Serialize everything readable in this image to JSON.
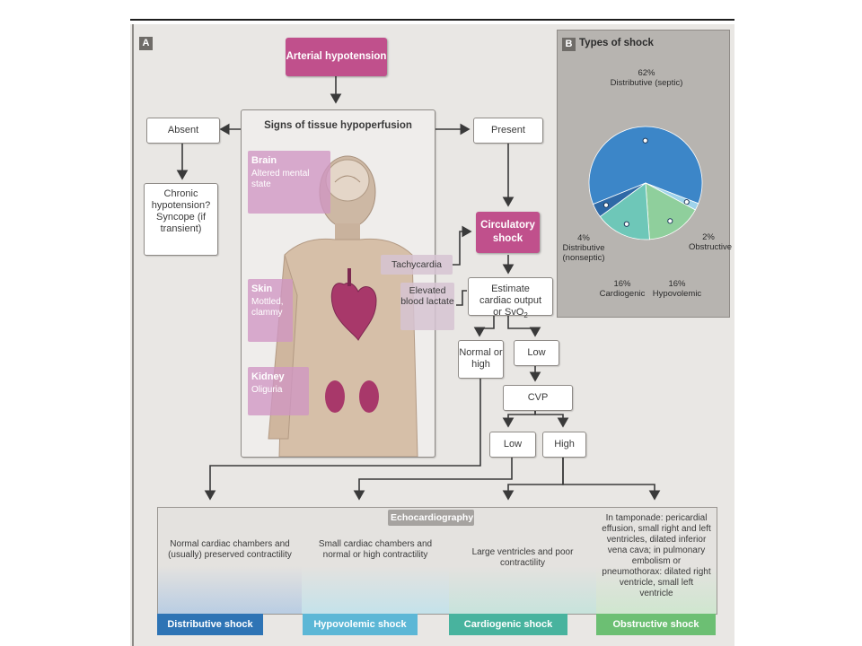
{
  "panel_a": {
    "letter": "A",
    "arterial_hypotension": "Arterial hypotension",
    "absent": "Absent",
    "present": "Present",
    "signs_title": "Signs of tissue hypoperfusion",
    "chronic": "Chronic hypotension? Syncope (if transient)",
    "brain_title": "Brain",
    "brain_text": "Altered mental state",
    "skin_title": "Skin",
    "skin_text": "Mottled, clammy",
    "kidney_title": "Kidney",
    "kidney_text": "Oliguria",
    "tachycardia": "Tachycardia",
    "elevated_lactate": "Elevated blood lactate",
    "circulatory_shock": "Circulatory shock",
    "estimate": "Estimate cardiac output or SvO",
    "estimate_sub": "2",
    "normal_high": "Normal or high",
    "low_1": "Low",
    "cvp": "CVP",
    "low_2": "Low",
    "high": "High"
  },
  "panel_b": {
    "letter": "B",
    "title": "Types of shock",
    "slices": [
      {
        "pct": "62%",
        "label": "Distributive (septic)",
        "value": 62,
        "color": "#3c86c8"
      },
      {
        "pct": "2%",
        "label": "Obstructive",
        "value": 2,
        "color": "#9fd3ea"
      },
      {
        "pct": "16%",
        "label": "Hypovolemic",
        "value": 16,
        "color": "#8fcf9c"
      },
      {
        "pct": "16%",
        "label": "Cardiogenic",
        "value": 16,
        "color": "#6ec7b8"
      },
      {
        "pct": "4%",
        "label": "Distributive (nonseptic)",
        "value": 4,
        "color": "#2f69a6"
      }
    ]
  },
  "echo": {
    "title": "Echocardiography",
    "columns": [
      {
        "text": "Normal cardiac chambers and (usually) preserved contractility",
        "shock": "Distributive shock",
        "color": "#2e74b5"
      },
      {
        "text": "Small cardiac chambers and normal or high contractility",
        "shock": "Hypovolemic shock",
        "color": "#5cb7d6"
      },
      {
        "text": "Large ventricles and poor contractility",
        "shock": "Cardiogenic shock",
        "color": "#48b39e"
      },
      {
        "text": "In tamponade: pericardial effusion, small right and left ventricles, dilated inferior vena cava; in pulmonary embolism or pneumothorax: dilated right ventricle, small left ventricle",
        "shock": "Obstructive shock",
        "color": "#6cbf73"
      }
    ]
  }
}
